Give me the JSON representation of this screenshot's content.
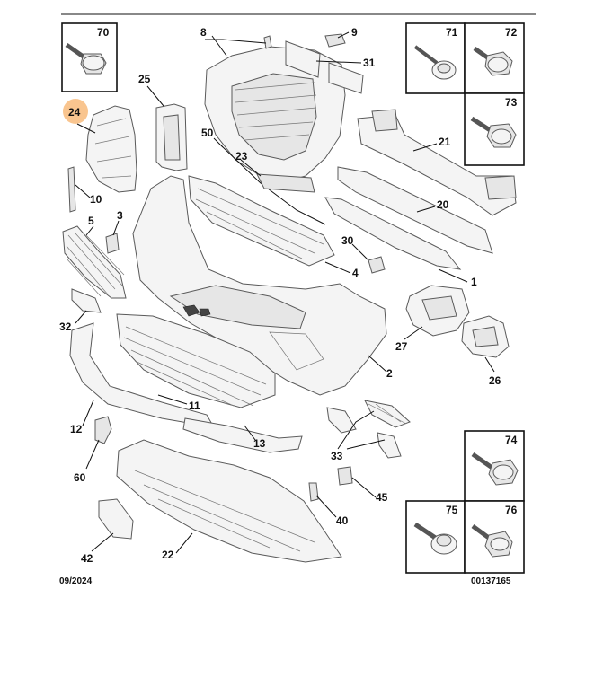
{
  "labels": {
    "p70": "70",
    "p71": "71",
    "p72": "72",
    "p73": "73",
    "p8": "8",
    "p9": "9",
    "p31": "31",
    "p25": "25",
    "p24": "24",
    "p50": "50",
    "p23": "23",
    "p21": "21",
    "p20": "20",
    "p10": "10",
    "p5": "5",
    "p3": "3",
    "p30": "30",
    "p4": "4",
    "p1": "1",
    "p32": "32",
    "p27": "27",
    "p26": "26",
    "p2": "2",
    "p11": "11",
    "p12": "12",
    "p13": "13",
    "p33": "33",
    "p60": "60",
    "p74": "74",
    "p45": "45",
    "p40": "40",
    "p75": "75",
    "p76": "76",
    "p42": "42",
    "p22": "22"
  },
  "footer": {
    "date": "09/2024",
    "ref": "00137165"
  },
  "colors": {
    "highlight": "#f7b26a",
    "line": "#111111",
    "part_fill": "#f4f4f4"
  }
}
